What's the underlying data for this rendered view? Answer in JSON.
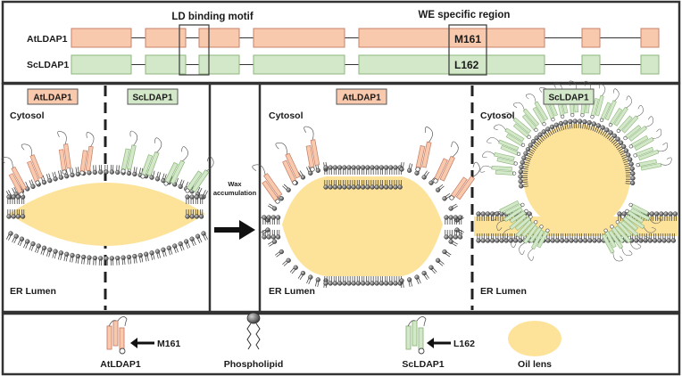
{
  "gene_structure": {
    "ld_motif_label": "LD binding motif",
    "we_region_label": "WE specific region",
    "rows": [
      {
        "name": "AtLDAP1",
        "residue": "M161"
      },
      {
        "name": "ScLDAP1",
        "residue": "L162"
      }
    ]
  },
  "panels": {
    "left": {
      "at_tag": "AtLDAP1",
      "sc_tag": "ScLDAP1",
      "cytosol": "Cytosol",
      "er": "ER Lumen"
    },
    "arrow": {
      "line1": "Wax",
      "line2": "accumulation"
    },
    "middle": {
      "tag": "AtLDAP1",
      "cytosol": "Cytosol",
      "er": "ER Lumen"
    },
    "right": {
      "tag": "ScLDAP1",
      "cytosol": "Cytosol",
      "er": "ER Lumen"
    }
  },
  "legend": {
    "at_label": "AtLDAP1",
    "at_residue": "M161",
    "phospholipid": "Phospholipid",
    "sc_label": "ScLDAP1",
    "sc_residue": "L162",
    "oil": "Oil lens"
  },
  "colors": {
    "at_fill": "#f9c9ae",
    "at_stroke": "#c8826a",
    "sc_fill": "#d3e8c8",
    "sc_stroke": "#8db67c",
    "oil": "#fde39a",
    "border": "#333333"
  }
}
